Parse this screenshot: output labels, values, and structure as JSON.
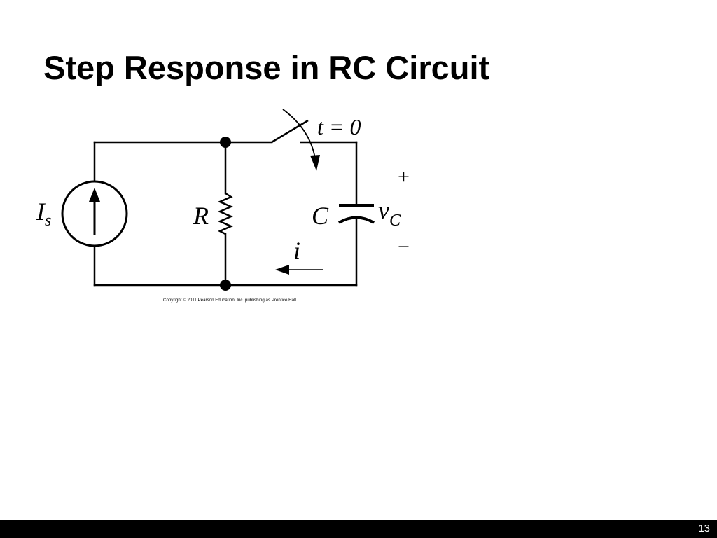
{
  "slide": {
    "title": "Step Response in RC Circuit",
    "number": "13"
  },
  "circuit": {
    "source_label": "I",
    "source_subscript": "s",
    "resistor_label": "R",
    "capacitor_label": "C",
    "voltage_label": "v",
    "voltage_subscript": "C",
    "plus_sign": "+",
    "minus_sign": "−",
    "current_label": "i",
    "switch_label": "t = 0",
    "copyright": "Copyright © 2011 Pearson Education, Inc. publishing as Prentice Hall"
  }
}
